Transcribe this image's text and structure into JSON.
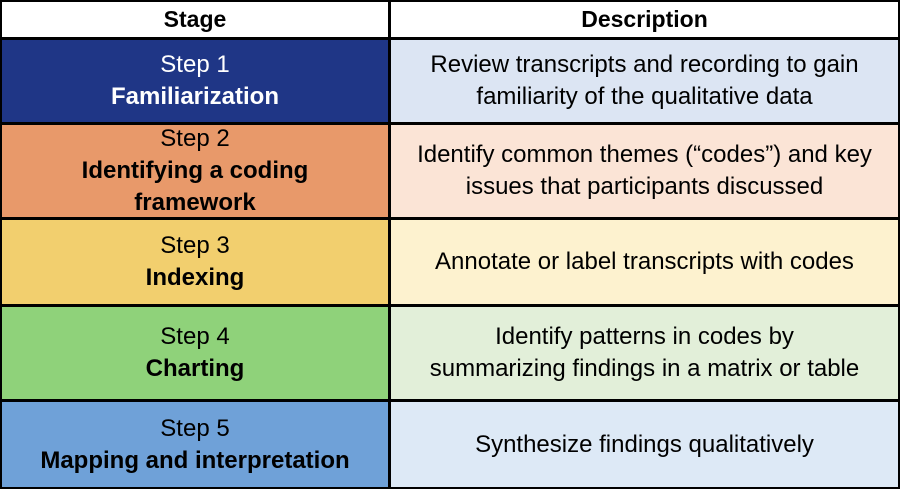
{
  "header": {
    "stage": "Stage",
    "description": "Description"
  },
  "rows": [
    {
      "step": "Step 1",
      "name": "Familiarization",
      "description": "Review transcripts and recording to gain familiarity of the qualitative data",
      "stage_color": "#1f3686",
      "stage_text_color": "#ffffff",
      "desc_color": "#dce5f3"
    },
    {
      "step": "Step 2",
      "name": "Identifying a coding framework",
      "description": "Identify common themes (“codes”) and key issues that participants discussed",
      "stage_color": "#e8996a",
      "stage_text_color": "#000000",
      "desc_color": "#fbe4d6"
    },
    {
      "step": "Step 3",
      "name": "Indexing",
      "description": "Annotate or label transcripts with codes",
      "stage_color": "#f2cf6e",
      "stage_text_color": "#000000",
      "desc_color": "#fdf2cf"
    },
    {
      "step": "Step 4",
      "name": "Charting",
      "description": "Identify patterns in codes by summarizing findings in a matrix or table",
      "stage_color": "#8fd27a",
      "stage_text_color": "#000000",
      "desc_color": "#e2efd9"
    },
    {
      "step": "Step 5",
      "name": "Mapping and interpretation",
      "description": "Synthesize findings qualitatively",
      "stage_color": "#6fa1d8",
      "stage_text_color": "#000000",
      "desc_color": "#dde9f6"
    }
  ]
}
